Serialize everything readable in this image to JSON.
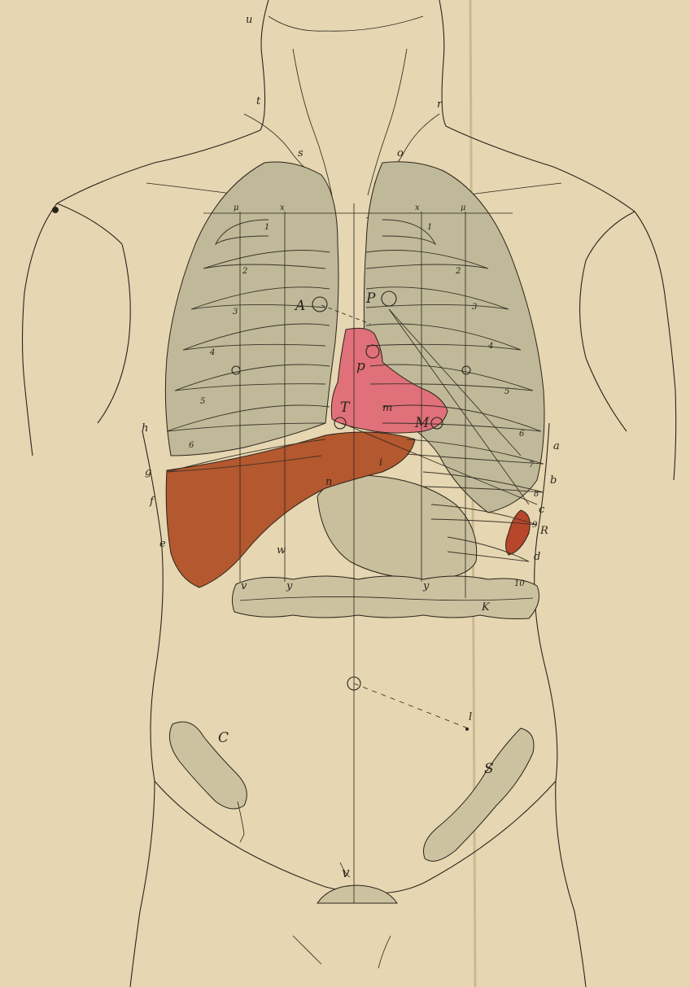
{
  "plate": {
    "labels": {
      "u": "u",
      "t": "t",
      "r": "r",
      "s": "s",
      "o": "o",
      "mu_l": "μ",
      "x_l": "x",
      "x_r": "x",
      "mu_r": "μ",
      "A": "A",
      "P": "P",
      "p": "p",
      "T": "T",
      "m": "m",
      "M": "M",
      "h": "h",
      "g": "g",
      "f": "f",
      "e": "e",
      "n": "n",
      "i": "i",
      "w": "w",
      "v_l": "v",
      "y_l": "y",
      "y_r": "y",
      "a": "a",
      "b": "b",
      "c": "c",
      "R": "R",
      "d": "d",
      "K": "K",
      "l": "l",
      "C": "C",
      "S": "S",
      "v_b": "v"
    },
    "rib_numbers_left": [
      "1",
      "2",
      "3",
      "4",
      "5",
      "6"
    ],
    "rib_numbers_right": [
      "1",
      "2",
      "3",
      "4",
      "5",
      "6",
      "7",
      "8",
      "9",
      "10"
    ],
    "colors": {
      "paper": "#e6d6b1",
      "lung": "#bfb999",
      "heart": "#e0707a",
      "liver": "#b3582f",
      "stomach": "#c9bf9c",
      "intestine": "#cdc2a0",
      "spleen": "#b8462a",
      "ink": "#2a241c"
    }
  }
}
